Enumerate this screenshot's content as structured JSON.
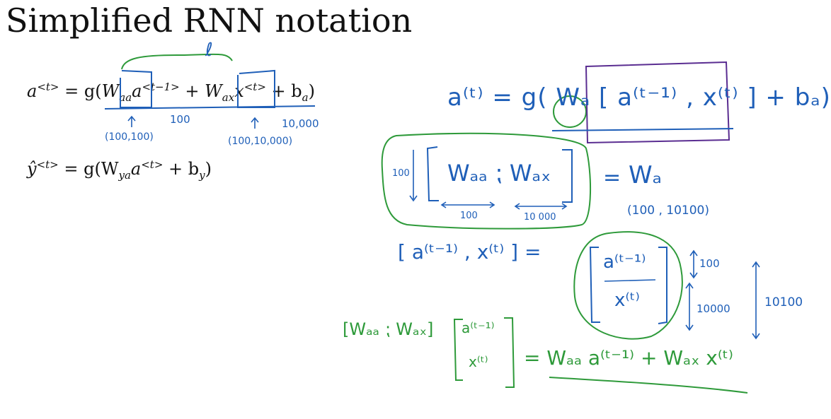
{
  "slide": {
    "title": "Simplified RNN notation"
  },
  "typed_equations": {
    "eq1": {
      "lhs": "a",
      "lhs_sup": "<t>",
      "eq": " = g(",
      "t1": "W",
      "t1_sub": "aa",
      "t2": "a",
      "t2_sup": "<t−1>",
      "plus1": " + ",
      "t3": "W",
      "t3_sub": "ax",
      "t4": "x",
      "t4_sup": "<t>",
      "plus2": " + b",
      "b_sub": "a",
      "close": ")"
    },
    "eq2": {
      "lhs": "ŷ",
      "lhs_sup": "<t>",
      "eq": " = g(W",
      "w_sub": "ya",
      "a": "a",
      "a_sup": "<t>",
      "plus": " + b",
      "b_sub": "y",
      "close": ")"
    }
  },
  "blue_annotations": {
    "ell": "ℓ",
    "dim_100": "100",
    "dim_10000": "10,000",
    "shape_waa": "(100,100)",
    "shape_wax": "(100,10,000)",
    "right_equation": "a⁽ᵗ⁾ = g( Wₐ [ a⁽ᵗ⁻¹⁾ , x⁽ᵗ⁾ ] + bₐ)",
    "wa_label": "Wₐ",
    "wa_eq": "=",
    "wa_shape": "(100 , 10100)",
    "concat_lhs": "[ a⁽ᵗ⁻¹⁾ , x⁽ᵗ⁾ ] =",
    "vec_top": "a⁽ᵗ⁻¹⁾",
    "vec_bottom": "x⁽ᵗ⁾",
    "dim_right_100": "100",
    "dim_right_10000": "10000",
    "dim_right_10100": "10100"
  },
  "green_annotations": {
    "mat_row_label": "100",
    "mat_contents": "Wₐₐ ⁏ Wₐₓ",
    "mat_width_100": "100",
    "mat_width_10000": "10 000",
    "bottom_lhs": "[Wₐₐ ⁏ Wₐₓ]",
    "bottom_vec_top": "a⁽ᵗ⁻¹⁾",
    "bottom_vec_bottom": "x⁽ᵗ⁾",
    "bottom_rhs": "= Wₐₐ a⁽ᵗ⁻¹⁾ + Wₐₓ x⁽ᵗ⁾"
  },
  "colors": {
    "blue_ink": "#1f5fb8",
    "green_ink": "#2e9a3a",
    "purple_ink": "#5a2d91"
  }
}
